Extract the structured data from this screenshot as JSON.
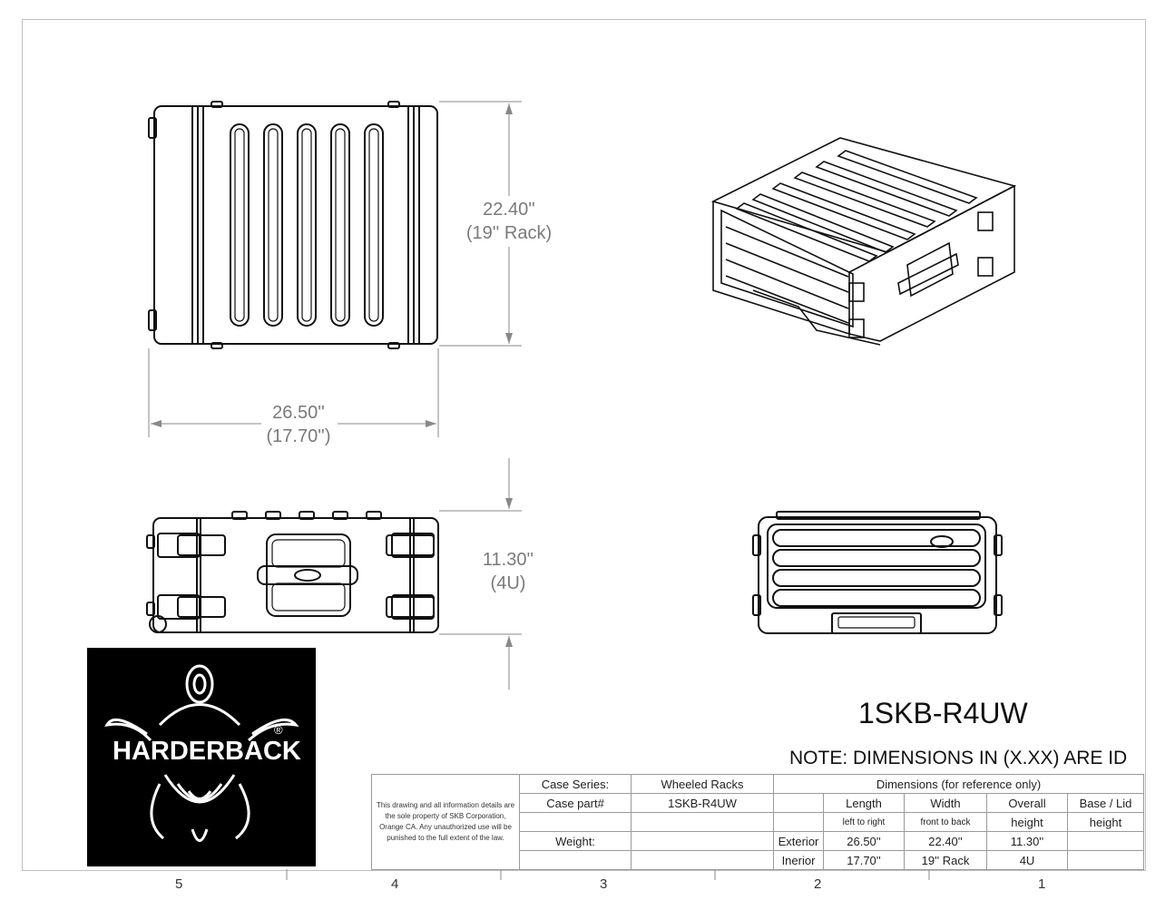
{
  "drawing": {
    "part_number": "1SKB-R4UW",
    "note": "NOTE: DIMENSIONS IN (X.XX) ARE ID",
    "dimensions": {
      "top_width": "22.40''",
      "top_width_id": "(19'' Rack)",
      "top_length": "26.50''",
      "top_length_id": "(17.70'')",
      "side_height": "11.30''",
      "side_height_id": "(4U)"
    },
    "zones": [
      "5",
      "4",
      "3",
      "2",
      "1"
    ]
  },
  "logo": {
    "text": "HARDERBACK",
    "registered": "®"
  },
  "title_block": {
    "legal_text": "This drawing and all information details are the sole property of SKB Corporation, Orange CA. Any unauthorized use will be punished to the full extent of the law.",
    "case_series_label": "Case Series:",
    "case_series_value": "Wheeled  Racks",
    "case_part_label": "Case part#",
    "case_part_value": "1SKB-R4UW",
    "weight_label": "Weight:",
    "dimensions_header": "Dimensions (for reference only)",
    "col_length": "Length",
    "col_width": "Width",
    "col_overall": "Overall",
    "col_base_lid": "Base / Lid",
    "sub_length": "left to right",
    "sub_width": "front to back",
    "sub_overall": "height",
    "sub_base_lid": "height",
    "row_exterior": "Exterior",
    "row_interior": "Inerior",
    "ext_length": "26.50''",
    "ext_width": "22.40''",
    "ext_height": "11.30''",
    "int_length": "17.70''",
    "int_width": "19'' Rack",
    "int_height": "4U"
  }
}
